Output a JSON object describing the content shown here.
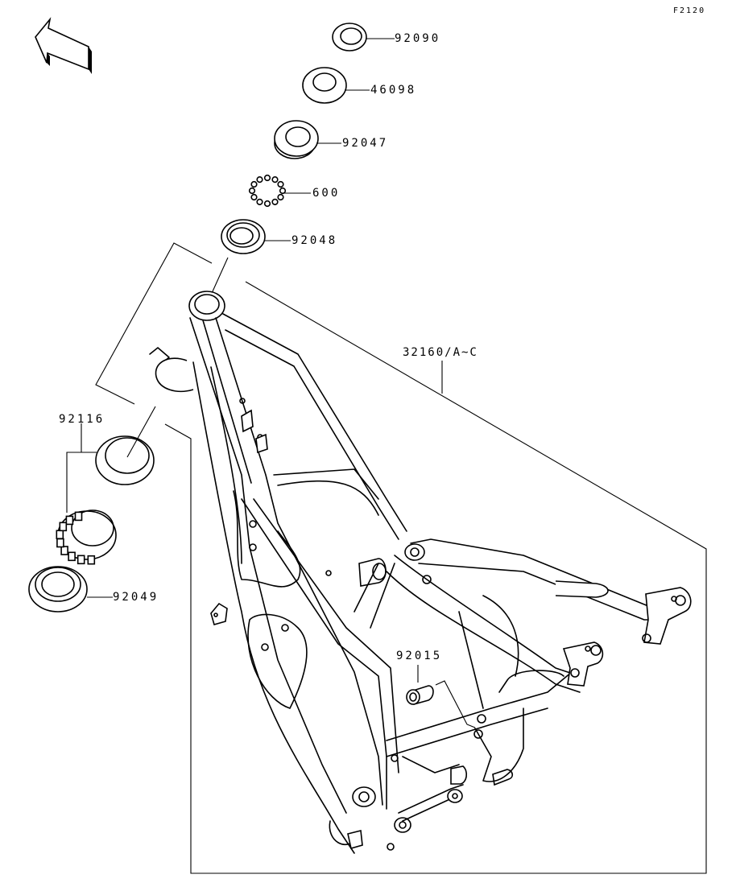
{
  "diagram": {
    "figure_code": "F2120",
    "front_indicator": {
      "label": "FRONT",
      "icon": "front-arrow-icon"
    },
    "parts": [
      {
        "id": "92090",
        "label": "92090",
        "description_icon": "nut-icon"
      },
      {
        "id": "46098",
        "label": "46098",
        "description_icon": "washer-icon"
      },
      {
        "id": "92047",
        "label": "92047",
        "description_icon": "bearing-race-icon"
      },
      {
        "id": "600",
        "label": "600",
        "description_icon": "ball-bearing-ring-icon"
      },
      {
        "id": "92048",
        "label": "92048",
        "description_icon": "seal-icon"
      },
      {
        "id": "32160",
        "label": "32160/A~C",
        "description_icon": "frame-icon"
      },
      {
        "id": "92116",
        "label": "92116",
        "description_icon": "tapered-bearing-icon"
      },
      {
        "id": "92049",
        "label": "92049",
        "description_icon": "seal-icon"
      },
      {
        "id": "92015",
        "label": "92015",
        "description_icon": "collar-icon"
      }
    ]
  }
}
